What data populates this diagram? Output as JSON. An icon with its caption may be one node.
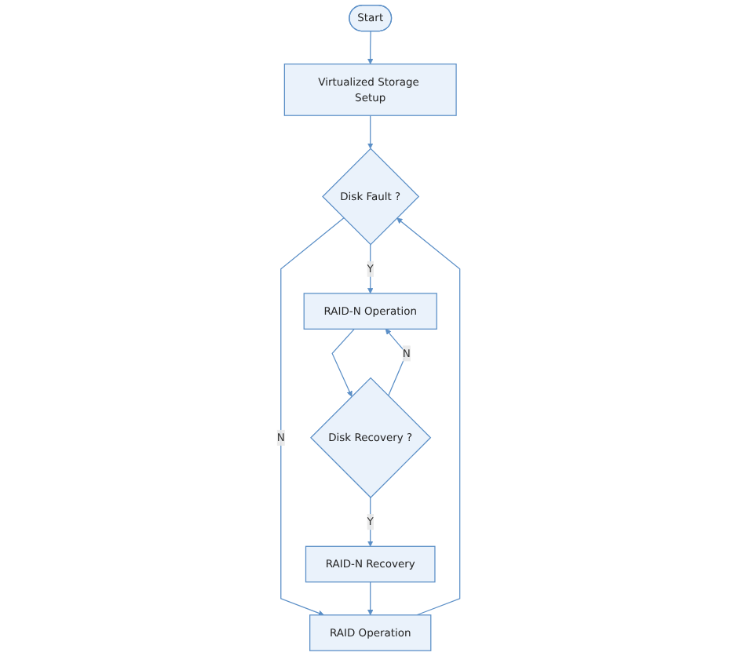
{
  "diagram": {
    "nodes": [
      {
        "text": [
          "Start"
        ]
      },
      {
        "text": [
          "Virtualized Storage Setup"
        ]
      },
      {
        "text": [
          "Disk Fault ?"
        ]
      },
      {
        "text": [
          "RAID Operation"
        ]
      },
      {
        "text": [
          "RAID-N Operation"
        ]
      },
      {
        "text": [
          "Disk Recovery ?"
        ]
      },
      {
        "text": [
          "RAID-N Recovery"
        ]
      }
    ],
    "edges": [
      {
        "from": 0,
        "to": 1,
        "arrow": "to"
      },
      {
        "from": 1,
        "to": 2,
        "arrow": "to"
      },
      {
        "from": 2,
        "to": 3,
        "arrow": "to",
        "label": "N"
      },
      {
        "from": 3,
        "to": 2,
        "arrow": "to"
      },
      {
        "from": 2,
        "to": 4,
        "arrow": "to",
        "label": "Y"
      },
      {
        "from": 4,
        "to": 5,
        "arrow": "to"
      },
      {
        "from": 5,
        "to": 4,
        "arrow": "to",
        "label": "N"
      },
      {
        "from": 5,
        "to": 6,
        "arrow": "to",
        "label": "Y"
      },
      {
        "from": 6,
        "to": 3,
        "arrow": "to"
      }
    ]
  }
}
